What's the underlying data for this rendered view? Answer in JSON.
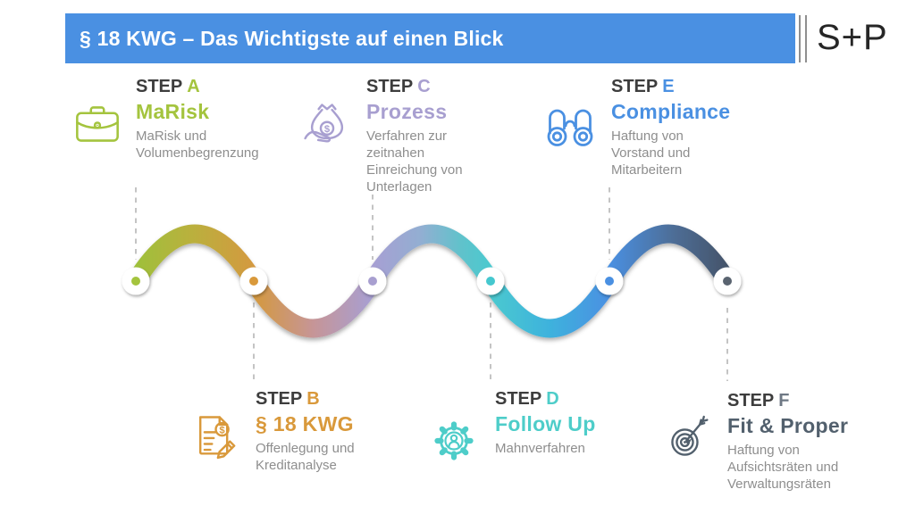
{
  "header": {
    "title": "§ 18 KWG – Das Wichtigste auf einen Blick",
    "bar_color": "#4a90e2",
    "logo_text": "S+P"
  },
  "steps": [
    {
      "step_word": "STEP",
      "letter": "A",
      "title": "MaRisk",
      "description": "MaRisk und\nVolumenbegrenzung",
      "accent": "#a4c43e",
      "letter_color": "#a4c43e",
      "icon": "briefcase-icon",
      "position": "top"
    },
    {
      "step_word": "STEP",
      "letter": "B",
      "title": "§ 18 KWG",
      "description": "Offenlegung und\nKreditanalyse",
      "accent": "#d9993b",
      "letter_color": "#d9993b",
      "icon": "document-pencil-icon",
      "position": "bottom"
    },
    {
      "step_word": "STEP",
      "letter": "C",
      "title": "Prozess",
      "description": "Verfahren zur\nzeitnahen\nEinreichung von\nUnterlagen",
      "accent": "#a89fd0",
      "letter_color": "#a89fd0",
      "icon": "moneybag-hand-icon",
      "position": "top"
    },
    {
      "step_word": "STEP",
      "letter": "D",
      "title": "Follow Up",
      "description": "Mahnverfahren",
      "accent": "#4ecdc9",
      "letter_color": "#4ecdc9",
      "icon": "gear-person-icon",
      "position": "bottom"
    },
    {
      "step_word": "STEP",
      "letter": "E",
      "title": "Compliance",
      "description": "Haftung von\nVorstand und\nMitarbeitern",
      "accent": "#4a90e2",
      "letter_color": "#4a90e2",
      "icon": "binoculars-icon",
      "position": "top"
    },
    {
      "step_word": "STEP",
      "letter": "F",
      "title": "Fit & Proper",
      "description": "Haftung von\nAufsichtsräten und\nVerwaltungsräten",
      "accent": "#52606d",
      "letter_color": "#6e7884",
      "icon": "target-dart-icon",
      "position": "bottom"
    }
  ],
  "wave": {
    "connector_color": "#bdbdbd",
    "node_colors": [
      "#a4c43e",
      "#d9993b",
      "#a89fd0",
      "#45c8cf",
      "#4a90e2",
      "#5a6470"
    ],
    "gradient": [
      "#9ec03a",
      "#b9b13e",
      "#d4993f",
      "#c69597",
      "#a79fd3",
      "#93aed2",
      "#60c2cb",
      "#4ac9cf",
      "#3eb2dd",
      "#4a90e2",
      "#4e6d96",
      "#44546a"
    ]
  }
}
